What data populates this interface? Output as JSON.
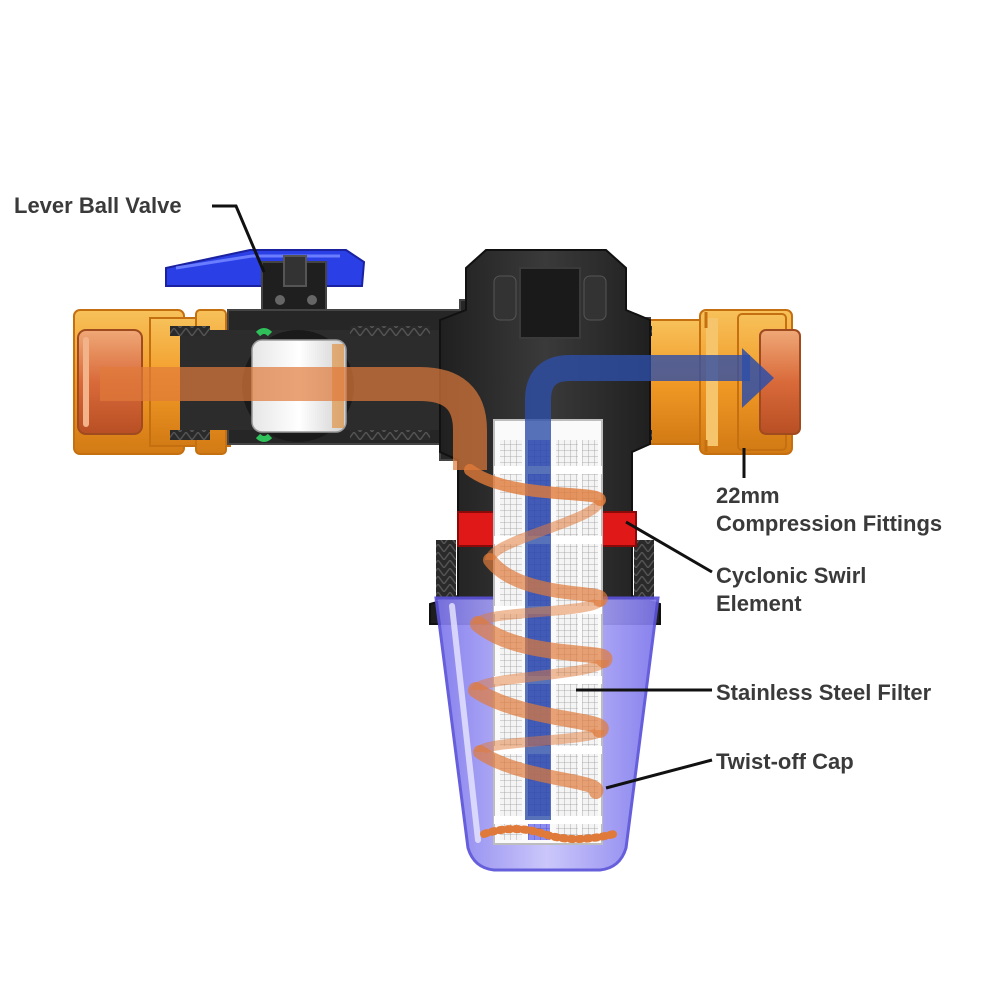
{
  "labels": {
    "lever_ball_valve": "Lever Ball Valve",
    "fittings_line1": "22mm",
    "fittings_line2": "Compression Fittings",
    "swirl_line1": "Cyclonic Swirl",
    "swirl_line2": "Element",
    "stainless_filter": "Stainless Steel Filter",
    "twist_cap": "Twist-off Cap"
  },
  "colors": {
    "body": "#2b2b2b",
    "brass": "#f0a030",
    "copper": "#d96a3a",
    "handle": "#2233dd",
    "inflow": "#e07a3a",
    "outflow": "#2e4fa8",
    "bowl": "#8a84ee",
    "swirl_ring": "#e01818",
    "seal": "#2fc25a"
  }
}
